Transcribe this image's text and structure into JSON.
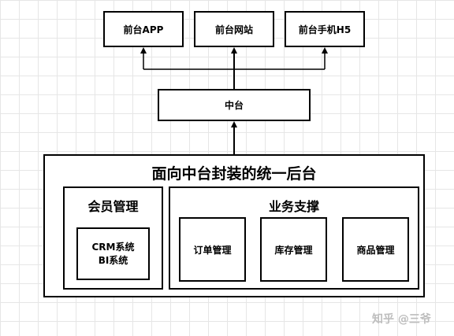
{
  "diagram": {
    "top_boxes": [
      "前台APP",
      "前台网站",
      "前台手机H5"
    ],
    "middle_box": "中台",
    "outer_title": "面向中台封装的统一后台",
    "member": {
      "title": "会员管理",
      "systems_line1": "CRM系统",
      "systems_line2": "BI系统"
    },
    "support": {
      "title": "业务支撑",
      "items": [
        "订单管理",
        "库存管理",
        "商品管理"
      ]
    }
  },
  "watermark": "知乎 @三爷"
}
